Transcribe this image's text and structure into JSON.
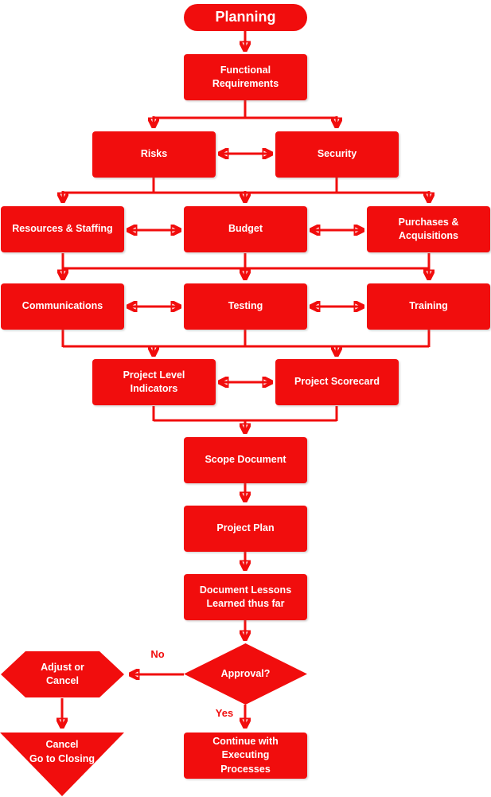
{
  "colors": {
    "accent": "#F10D0D",
    "shape_text": "#FFFFFF",
    "background": "#FFFFFF"
  },
  "diagram": {
    "nodes": {
      "planning": {
        "label": "Planning",
        "shape": "terminator"
      },
      "functional_requirements": {
        "label": "Functional\nRequirements",
        "shape": "process"
      },
      "risks": {
        "label": "Risks",
        "shape": "process"
      },
      "security": {
        "label": "Security",
        "shape": "process"
      },
      "resources_staffing": {
        "label": "Resources & Staffing",
        "shape": "process"
      },
      "budget": {
        "label": "Budget",
        "shape": "process"
      },
      "purchases_acquisitions": {
        "label": "Purchases &\nAcquisitions",
        "shape": "process"
      },
      "communications": {
        "label": "Communications",
        "shape": "process"
      },
      "testing": {
        "label": "Testing",
        "shape": "process"
      },
      "training": {
        "label": "Training",
        "shape": "process"
      },
      "project_level_indicators": {
        "label": "Project Level\nIndicators",
        "shape": "process"
      },
      "project_scorecard": {
        "label": "Project Scorecard",
        "shape": "process"
      },
      "scope_document": {
        "label": "Scope Document",
        "shape": "process"
      },
      "project_plan": {
        "label": "Project Plan",
        "shape": "process"
      },
      "document_lessons": {
        "label": "Document Lessons\nLearned thus far",
        "shape": "process"
      },
      "approval": {
        "label": "Approval?",
        "shape": "decision"
      },
      "adjust_cancel": {
        "label": "Adjust or\nCancel",
        "shape": "preparation"
      },
      "cancel_go_closing": {
        "label": "Cancel\nGo to Closing",
        "shape": "merge"
      },
      "continue_executing": {
        "label": "Continue with\nExecuting\nProcesses",
        "shape": "process"
      }
    },
    "edge_labels": {
      "no": "No",
      "yes": "Yes"
    },
    "edges": [
      {
        "from": "planning",
        "to": "functional_requirements",
        "type": "arrow"
      },
      {
        "from": "functional_requirements",
        "to": "risks",
        "type": "arrow"
      },
      {
        "from": "functional_requirements",
        "to": "security",
        "type": "arrow"
      },
      {
        "from": "risks",
        "to": "security",
        "type": "double"
      },
      {
        "from": "risks_security",
        "to": "resources_staffing",
        "type": "arrow"
      },
      {
        "from": "risks_security",
        "to": "budget",
        "type": "arrow"
      },
      {
        "from": "risks_security",
        "to": "purchases_acquisitions",
        "type": "arrow"
      },
      {
        "from": "resources_staffing",
        "to": "budget",
        "type": "double"
      },
      {
        "from": "budget",
        "to": "purchases_acquisitions",
        "type": "double"
      },
      {
        "from": "row3",
        "to": "communications",
        "type": "arrow"
      },
      {
        "from": "row3",
        "to": "testing",
        "type": "arrow"
      },
      {
        "from": "row3",
        "to": "training",
        "type": "arrow"
      },
      {
        "from": "communications",
        "to": "testing",
        "type": "double"
      },
      {
        "from": "testing",
        "to": "training",
        "type": "double"
      },
      {
        "from": "row4",
        "to": "project_level_indicators",
        "type": "arrow"
      },
      {
        "from": "row4",
        "to": "project_scorecard",
        "type": "arrow"
      },
      {
        "from": "project_level_indicators",
        "to": "project_scorecard",
        "type": "double"
      },
      {
        "from": "row5",
        "to": "scope_document",
        "type": "arrow"
      },
      {
        "from": "scope_document",
        "to": "project_plan",
        "type": "arrow"
      },
      {
        "from": "project_plan",
        "to": "document_lessons",
        "type": "arrow"
      },
      {
        "from": "document_lessons",
        "to": "approval",
        "type": "arrow"
      },
      {
        "from": "approval",
        "to": "adjust_cancel",
        "type": "arrow",
        "label": "No"
      },
      {
        "from": "adjust_cancel",
        "to": "cancel_go_closing",
        "type": "arrow"
      },
      {
        "from": "approval",
        "to": "continue_executing",
        "type": "arrow",
        "label": "Yes"
      }
    ]
  }
}
